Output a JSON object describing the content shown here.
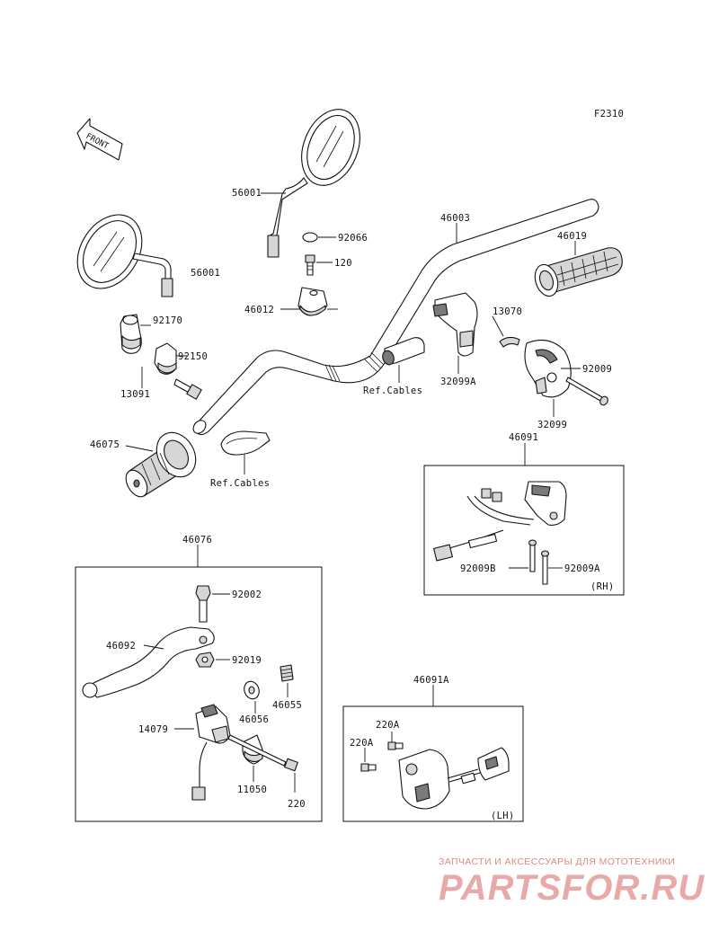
{
  "figure_code": "F2310",
  "front_label": "FRONT",
  "labels": {
    "mirror_right": "56001",
    "mirror_left": "56001",
    "washer_92066": "92066",
    "bolt_120": "120",
    "holder_46012": "46012",
    "handlebar": "46003",
    "grip_right": "46019",
    "clamp_92170": "92170",
    "holder_92150": "92150",
    "plug_13091": "13091",
    "housing_32099A": "32099A",
    "spacer_13070": "13070",
    "screw_92009": "92009",
    "housing_32099": "32099",
    "ref_cables_1": "Ref.Cables",
    "grip_left": "46075",
    "ref_cables_2": "Ref.Cables",
    "switch_rh_assy": "46091",
    "screw_92009B": "92009B",
    "screw_92009A": "92009A",
    "rh_tag": "(RH)",
    "lever_assy": "46076",
    "bolt_92002": "92002",
    "lever_46092": "46092",
    "nut_92019": "92019",
    "adjuster_46056": "46056",
    "adjuster_46055": "46055",
    "holder_14079": "14079",
    "clamp_11050": "11050",
    "screw_220": "220",
    "switch_lh_assy": "46091A",
    "screw_220A_1": "220A",
    "screw_220A_2": "220A",
    "lh_tag": "(LH)"
  },
  "watermark": {
    "tagline": "ЗАПЧАСТИ И АКСЕССУАРЫ ДЛЯ МОТОТЕХНИКИ",
    "logo": "PARTSFOR.RU"
  }
}
